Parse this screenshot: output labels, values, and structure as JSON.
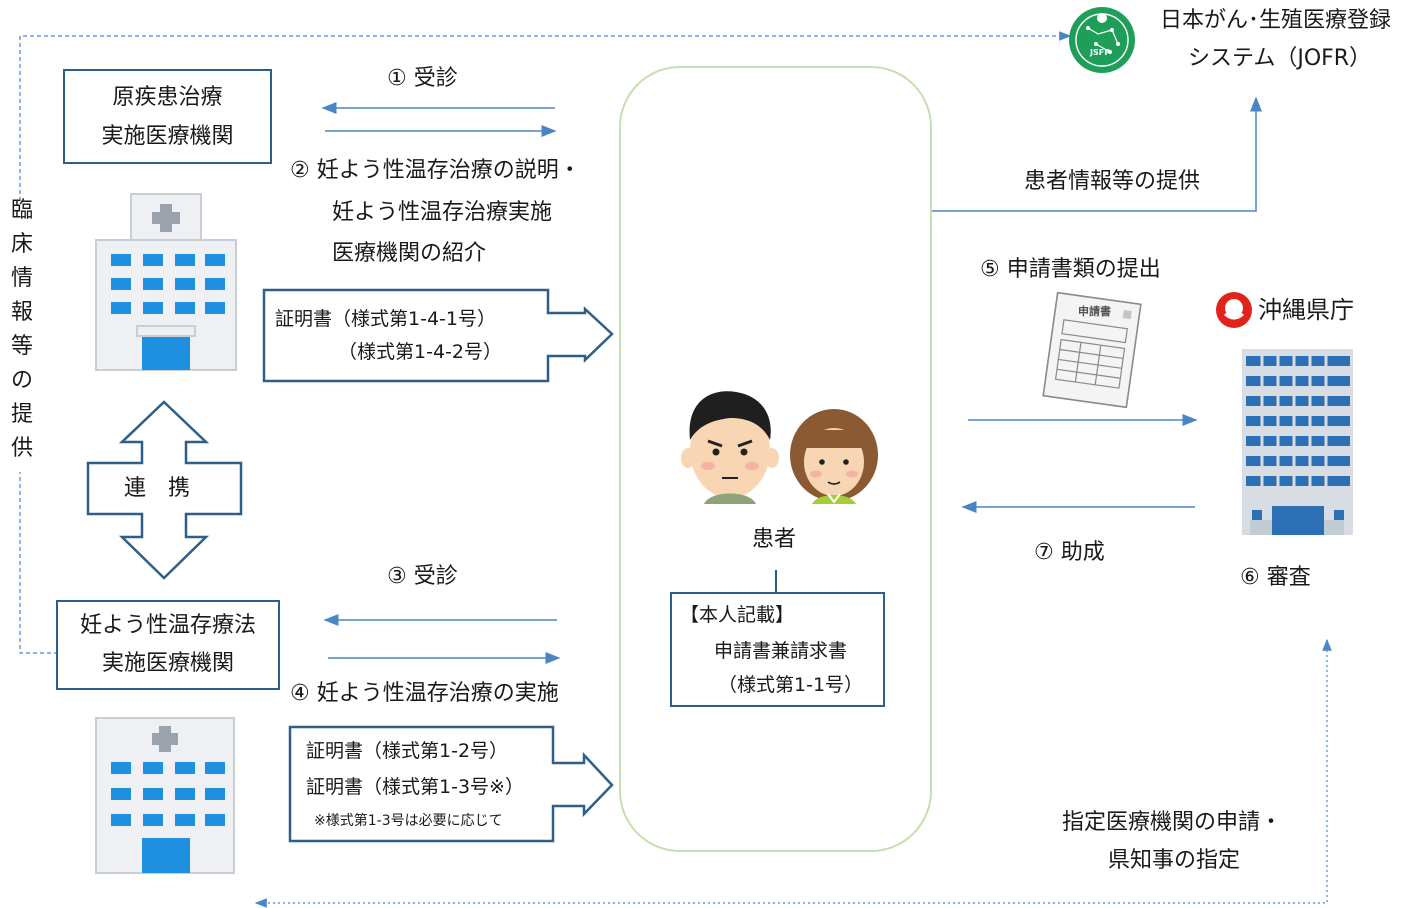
{
  "clinic1": {
    "line1": "原疾患治療",
    "line2": "実施医療機関"
  },
  "clinic2": {
    "line1": "妊よう性温存療法",
    "line2": "実施医療機関"
  },
  "side_label": [
    "臨",
    "床",
    "情",
    "報",
    "等",
    "の",
    "提",
    "供"
  ],
  "cooperation": "連　携",
  "step1": "① 受診",
  "step2": [
    "② 妊よう性温存治療の説明・",
    "妊よう性温存治療実施",
    "医療機関の紹介"
  ],
  "cert1": [
    "証明書（様式第1-4-1号）",
    "（様式第1-4-2号）"
  ],
  "step3": "③ 受診",
  "step4": "④ 妊よう性温存治療の実施",
  "cert2": [
    "証明書（様式第1-2号）",
    "証明書（様式第1-3号※）",
    "※様式第1-3号は必要に応じて"
  ],
  "patient": "患者",
  "self_form": [
    "【本人記載】",
    "申請書兼請求書",
    "（様式第1-1号）"
  ],
  "jofr": {
    "line1": "日本がん･生殖医療登録",
    "line2": "システム（JOFR）",
    "logo_text": "JSFP"
  },
  "info_provide": "患者情報等の提供",
  "step5": "⑤ 申請書類の提出",
  "doc_icon_text": "申請書",
  "prefecture": "沖縄県庁",
  "step7": "⑦ 助成",
  "step6": "⑥ 審査",
  "designation": [
    "指定医療機関の申請・",
    "県知事の指定"
  ],
  "colors": {
    "border": "#2f5f88",
    "arrow": "#4a86c5",
    "rounded": "#c6dfae",
    "hospital_window": "#1e90df"
  }
}
